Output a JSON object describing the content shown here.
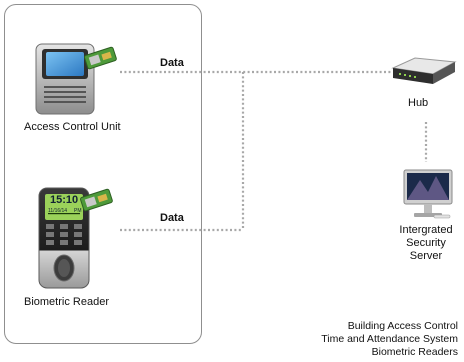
{
  "devices": {
    "access_control": {
      "label": "Access Control Unit"
    },
    "biometric": {
      "label": "Biometric Reader",
      "screen_time": "15:10",
      "screen_date": "11/16/14",
      "screen_ampm": "PM"
    },
    "hub": {
      "label": "Hub"
    },
    "server": {
      "label_line1": "Intergrated",
      "label_line2": "Security",
      "label_line3": "Server"
    }
  },
  "links": {
    "top_label": "Data",
    "bottom_label": "Data"
  },
  "caption": {
    "line1": "Building Access Control",
    "line2": "Time and Attendance System",
    "line3": "Biometric Readers"
  },
  "colors": {
    "wire": "#a8a8a8",
    "screen_blue": "#3a8fd6",
    "screen_green": "#9bd25a",
    "chip_green": "#4e9a3a"
  }
}
